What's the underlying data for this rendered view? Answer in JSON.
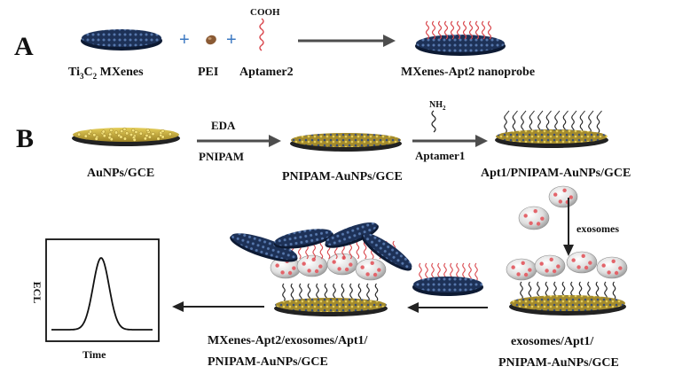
{
  "panel_a": {
    "label": "A",
    "plus": "+",
    "cooh": "COOH",
    "ti3c2_prefix": "Ti",
    "ti3c2_sub1": "3",
    "ti3c2_mid": "C",
    "ti3c2_sub2": "2",
    "ti3c2_suffix": " MXenes",
    "pei": "PEI",
    "aptamer2": "Aptamer2",
    "nanoprobe": "MXenes-Apt2 nanoprobe"
  },
  "panel_b": {
    "label": "B",
    "eda": "EDA",
    "pnipam": "PNIPAM",
    "nh2_prefix": "NH",
    "nh2_sub": "2",
    "aptamer1": "Aptamer1",
    "aunps_gce": "AuNPs/GCE",
    "pnipam_aunps_gce": "PNIPAM-AuNPs/GCE",
    "apt1_pnipam": "Apt1/PNIPAM-AuNPs/GCE",
    "exosomes": "exosomes",
    "exo_line1": "exosomes/Apt1/",
    "exo_line2": "PNIPAM-AuNPs/GCE",
    "final_line1": "MXenes-Apt2/exosomes/Apt1/",
    "final_line2": "PNIPAM-AuNPs/GCE",
    "ecl": "ECL",
    "time": "Time"
  },
  "colors": {
    "arrow": "#4d4d4d",
    "plus": "#3b78c2",
    "mxene": "#1d3157",
    "gold": "#d7be3c",
    "aptamer": "#d9474d",
    "exosome_spot": "#e3646a"
  }
}
